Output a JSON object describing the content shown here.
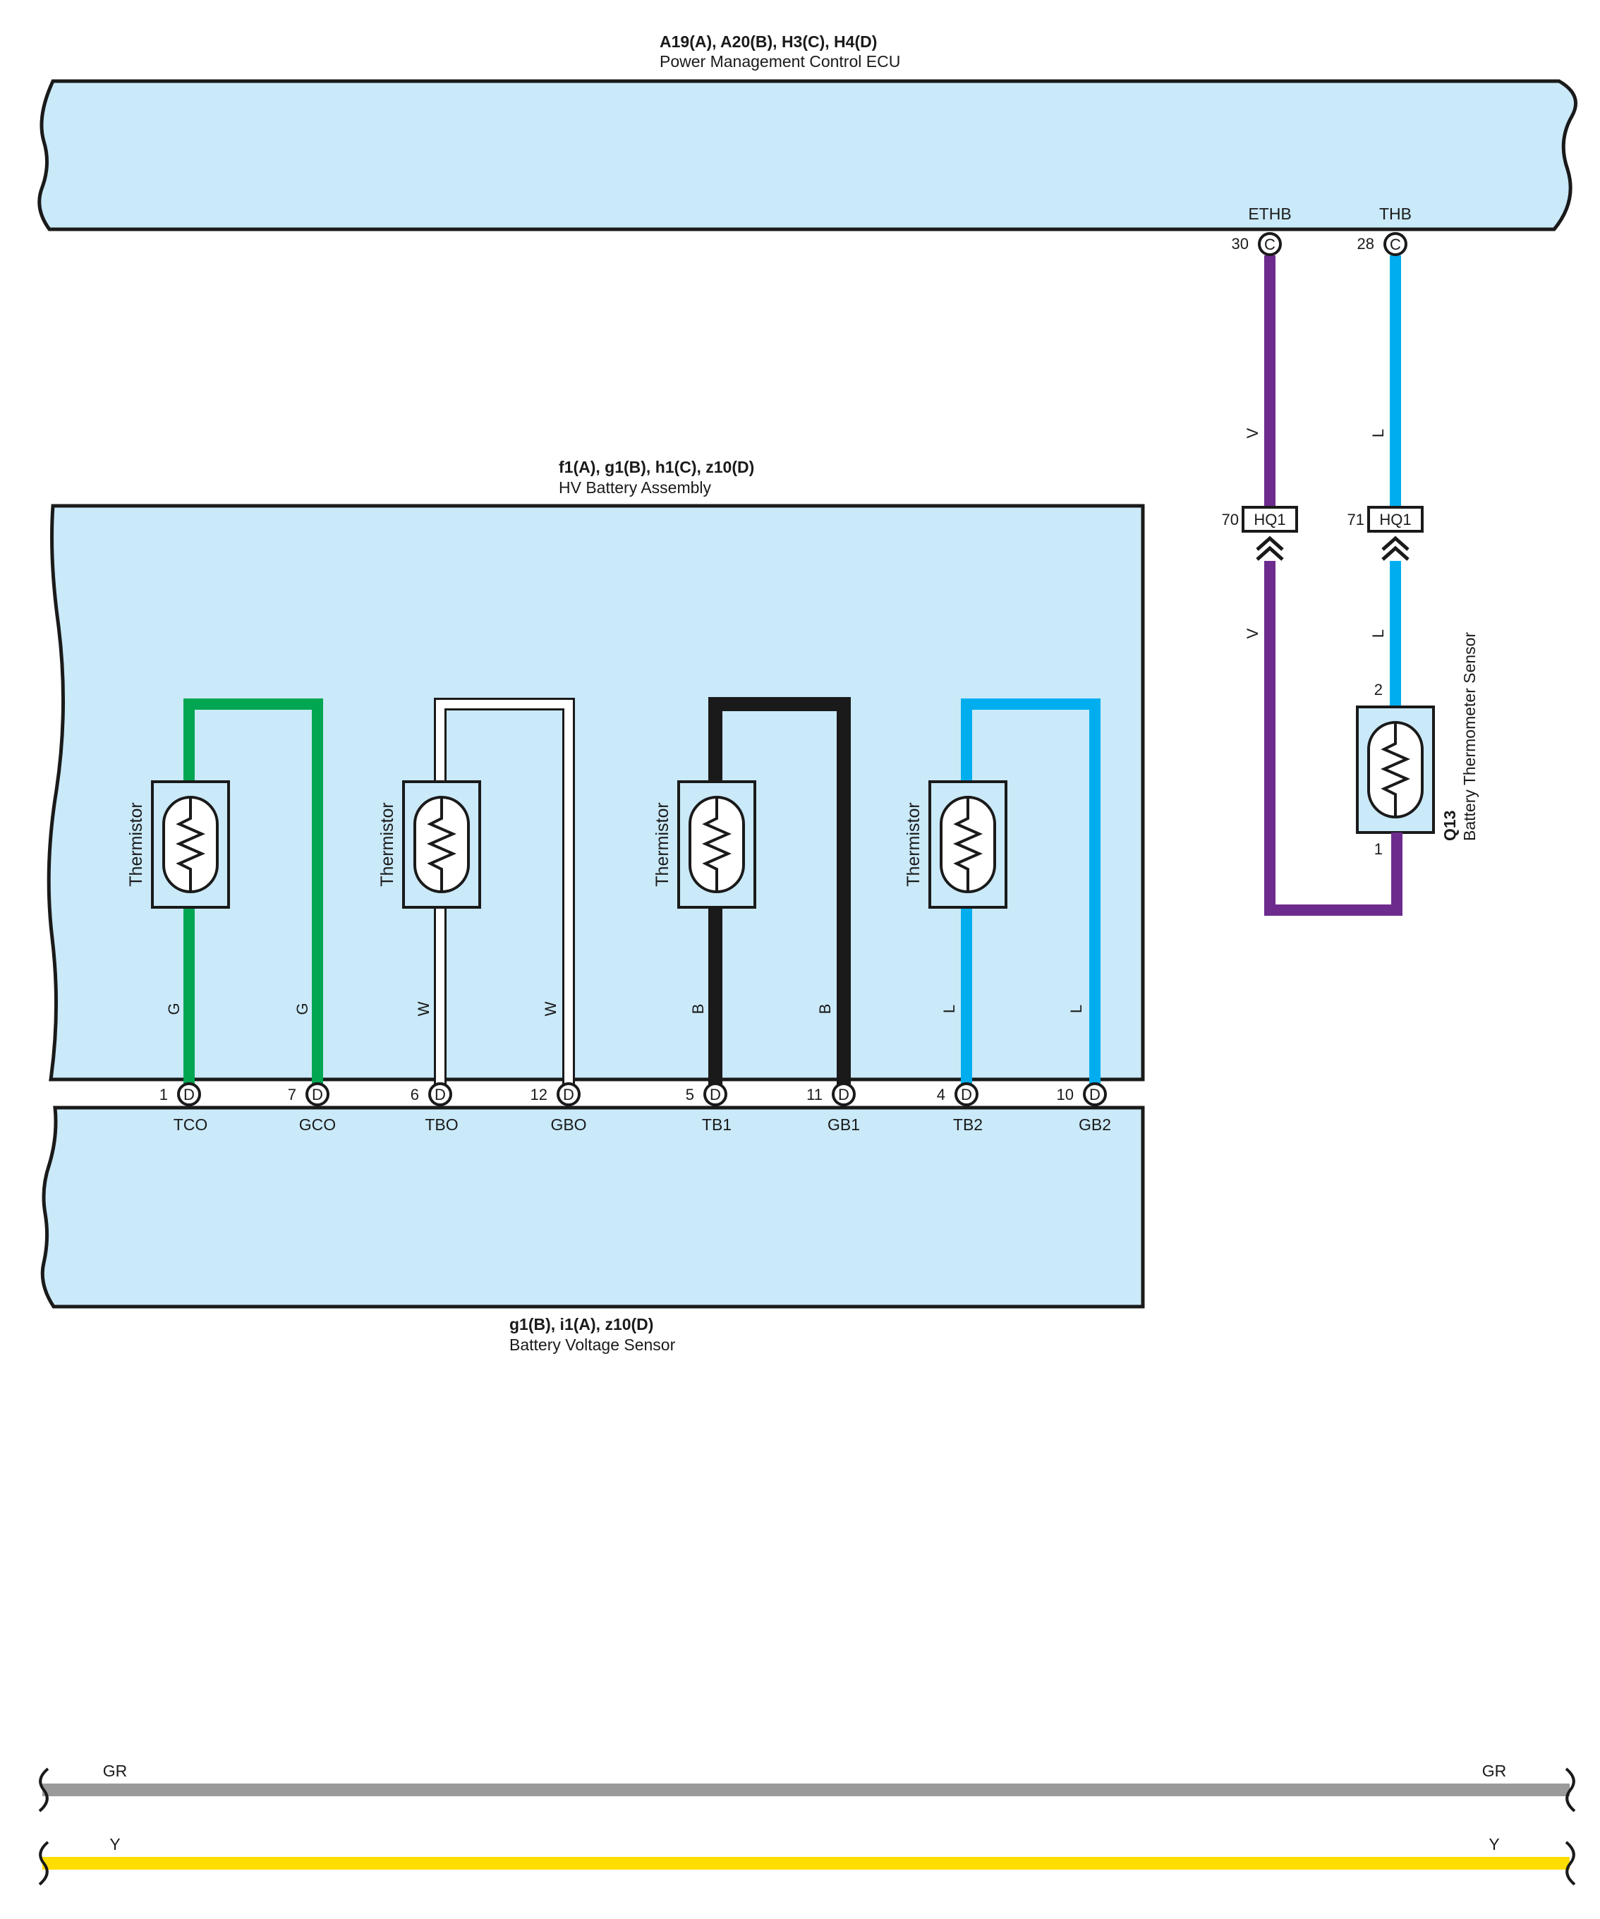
{
  "colors": {
    "box_fill": "#cae9f9",
    "G": "#00a651",
    "W": "#ffffff",
    "B": "#1a1a1a",
    "L": "#00aeef",
    "V": "#6e2b8e",
    "GR": "#9a9a9a",
    "Y": "#ffdd00"
  },
  "ecu": {
    "code": "A19(A), A20(B), H3(C), H4(D)",
    "name": "Power Management Control ECU"
  },
  "hv_battery": {
    "code": "f1(A), g1(B), h1(C), z10(D)",
    "name": "HV Battery Assembly"
  },
  "voltage_sensor": {
    "code": "g1(B), i1(A), z10(D)",
    "name": "Battery Voltage Sensor"
  },
  "thermistors": [
    {
      "label": "Thermistor",
      "wire": "G",
      "left": {
        "pin": "1",
        "conn": "D",
        "signal": "TCO"
      },
      "right": {
        "pin": "7",
        "conn": "D",
        "signal": "GCO"
      }
    },
    {
      "label": "Thermistor",
      "wire": "W",
      "left": {
        "pin": "6",
        "conn": "D",
        "signal": "TBO"
      },
      "right": {
        "pin": "12",
        "conn": "D",
        "signal": "GBO"
      }
    },
    {
      "label": "Thermistor",
      "wire": "B",
      "left": {
        "pin": "5",
        "conn": "D",
        "signal": "TB1"
      },
      "right": {
        "pin": "11",
        "conn": "D",
        "signal": "GB1"
      }
    },
    {
      "label": "Thermistor",
      "wire": "L",
      "left": {
        "pin": "4",
        "conn": "D",
        "signal": "TB2"
      },
      "right": {
        "pin": "10",
        "conn": "D",
        "signal": "GB2"
      }
    }
  ],
  "ecu_pins": [
    {
      "signal": "ETHB",
      "pin": "30",
      "conn": "C",
      "wire": "V"
    },
    {
      "signal": "THB",
      "pin": "28",
      "conn": "C",
      "wire": "L"
    }
  ],
  "junctions": [
    {
      "pin": "70",
      "code": "HQ1"
    },
    {
      "pin": "71",
      "code": "HQ1"
    }
  ],
  "sensor": {
    "code": "Q13",
    "name": "Battery Thermometer Sensor",
    "pin_top": "2",
    "pin_bottom": "1"
  },
  "bottom_wires": [
    {
      "label": "GR"
    },
    {
      "label": "Y"
    }
  ]
}
